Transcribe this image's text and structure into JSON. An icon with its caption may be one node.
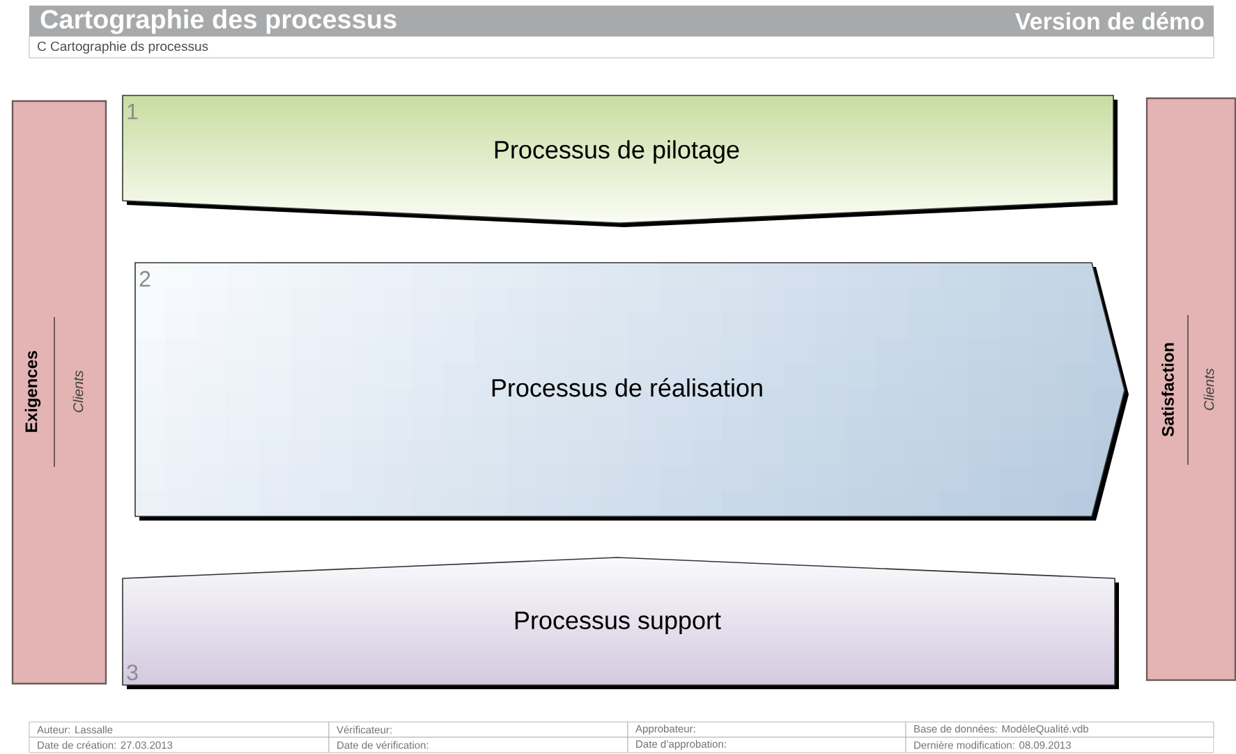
{
  "diagram": {
    "title": "Cartographie des processus",
    "nodes": [
      {
        "text": [
          "Exigences",
          "Clients"
        ]
      },
      {
        "text": [
          "1",
          "Processus de pilotage"
        ]
      },
      {
        "text": [
          "2",
          "Processus de réalisation"
        ]
      },
      {
        "text": [
          "3",
          "Processus support"
        ]
      },
      {
        "text": [
          "Satisfaction",
          "Clients"
        ]
      }
    ],
    "labels": [
      "Version de démo",
      "C Cartographie ds processus",
      "Auteur: Lassalle",
      "Vérificateur:",
      "Approbateur:",
      "Base de données: ModèleQualité.vdb",
      "Date de création: 27.03.2013",
      "Date de vérification:",
      "Date d’approbation:",
      "Dernière modification: 08.09.2013"
    ]
  }
}
